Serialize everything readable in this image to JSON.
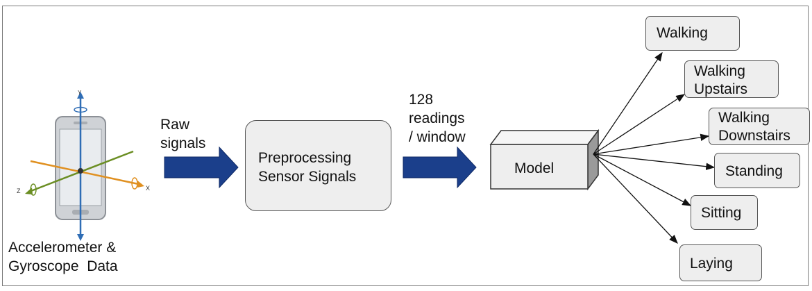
{
  "sensor_caption_line1": "Accelerometer &",
  "sensor_caption_line2": "Gyroscope  Data",
  "raw_label_line1": "Raw",
  "raw_label_line2": "signals",
  "preprocess_line1": "Preprocessing",
  "preprocess_line2": "Sensor Signals",
  "window_label_line1": "128",
  "window_label_line2": "readings",
  "window_label_line3": "/ window",
  "model_label": "Model",
  "outputs": [
    {
      "line1": "Walking",
      "line2": ""
    },
    {
      "line1": "Walking",
      "line2": "Upstairs"
    },
    {
      "line1": "Walking",
      "line2": "Downstairs"
    },
    {
      "line1": "Standing",
      "line2": ""
    },
    {
      "line1": "Sitting",
      "line2": ""
    },
    {
      "line1": "Laying",
      "line2": ""
    }
  ],
  "colors": {
    "arrow_fill": "#1b3f8b",
    "box_fill": "#eeeeee",
    "box_border": "#555555",
    "y_axis": "#2f6db5",
    "x_axis": "#e09020",
    "z_axis": "#6b8e23"
  }
}
